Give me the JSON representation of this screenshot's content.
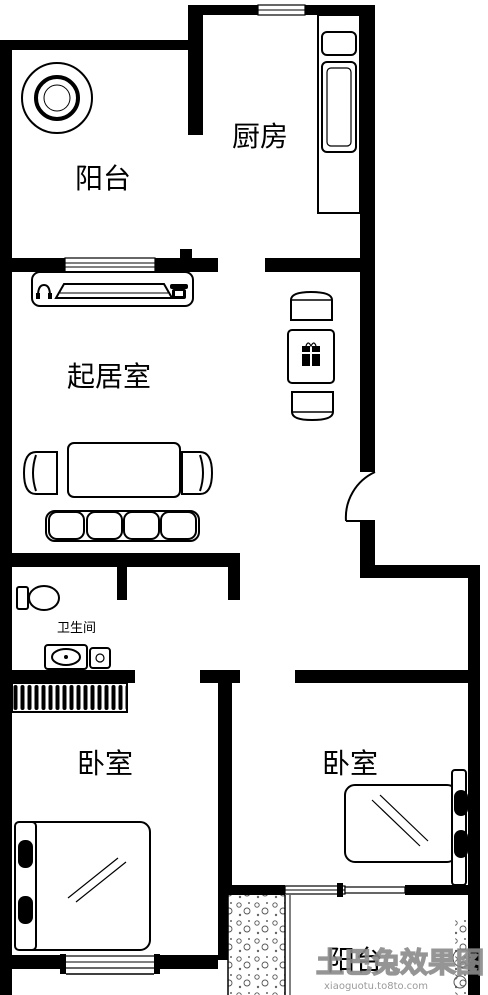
{
  "labels": {
    "balcony_top": "阳台",
    "kitchen": "厨房",
    "living_room": "起居室",
    "bathroom": "卫生间",
    "bedroom_left": "卧室",
    "bedroom_right": "卧室",
    "balcony_bottom": "阳台"
  },
  "watermark": {
    "brand": "土巴兔效果图",
    "url": "xiaoguotu.to8to.com"
  },
  "icons": [
    "round-planter-icon",
    "kitchen-counter-icon",
    "tv-cabinet-icon",
    "headphone-icon",
    "telephone-icon",
    "chair-icon",
    "side-table-icon",
    "gift-box-icon",
    "coffee-table-icon",
    "armchair-icon",
    "sofa-icon",
    "door-swing-icon",
    "toilet-icon",
    "wash-basin-icon",
    "radiator-icon",
    "bed-icon",
    "pillow-icon",
    "window-icon"
  ],
  "colors": {
    "wall": "#000000",
    "background": "#ffffff",
    "watermark": "#8a8a8a"
  }
}
